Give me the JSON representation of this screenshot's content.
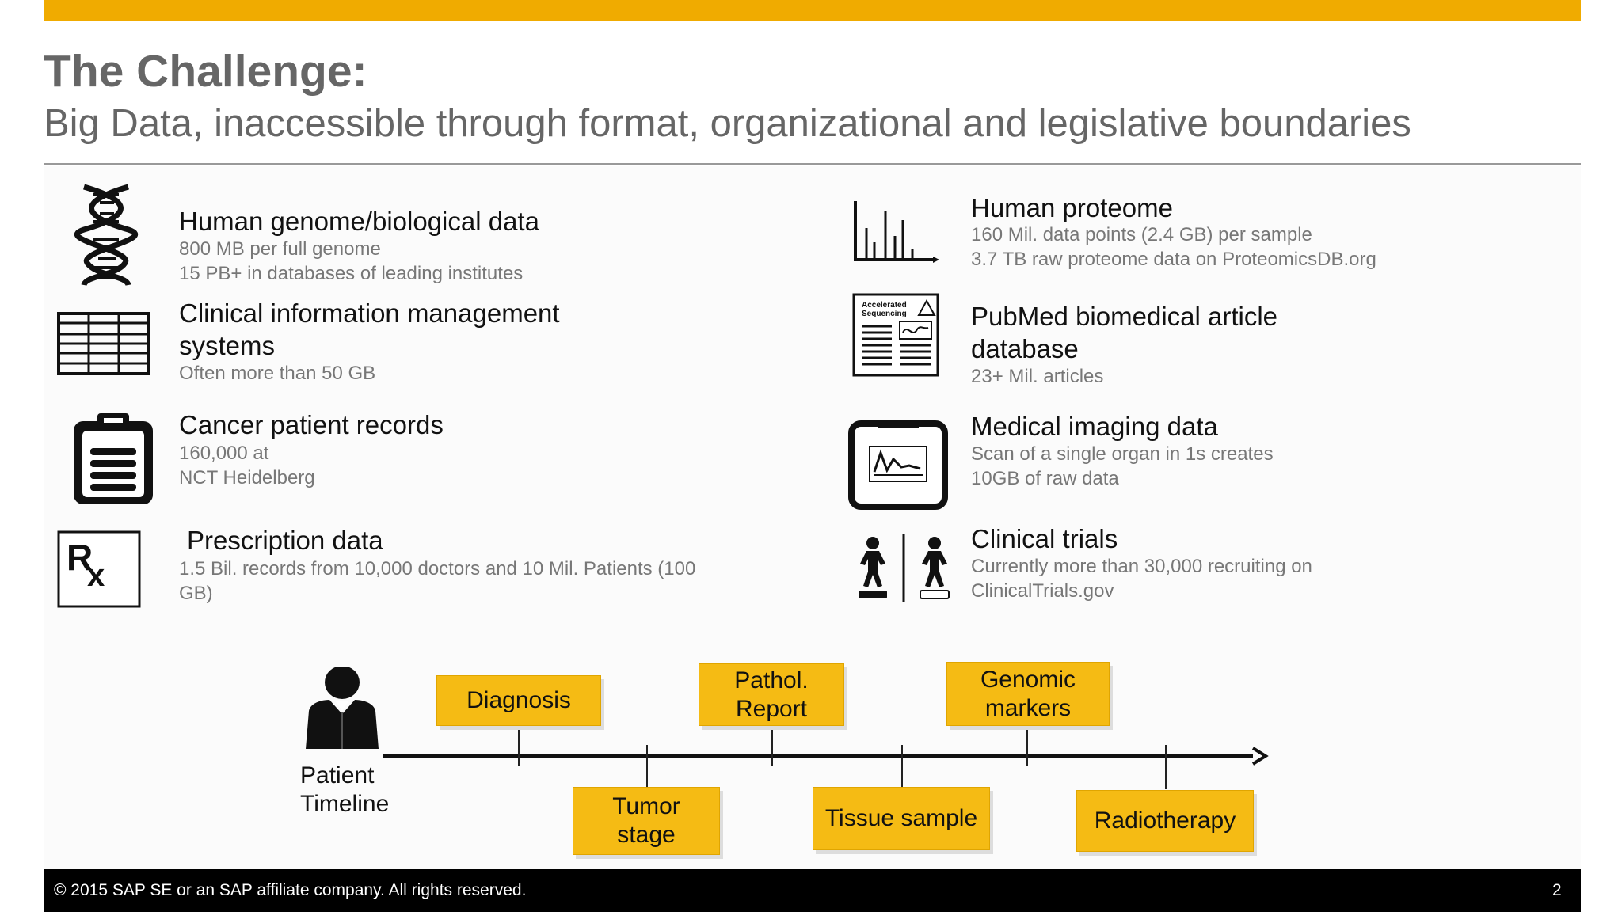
{
  "header": {
    "title": "The Challenge:",
    "subtitle": "Big Data, inaccessible through format, organizational and legislative boundaries"
  },
  "left_items": [
    {
      "icon": "dna-icon",
      "title": "Human genome/biological data",
      "lines": [
        "800 MB per full genome",
        "15 PB+ in databases of leading institutes"
      ]
    },
    {
      "icon": "table-icon",
      "title": "Clinical information management",
      "title2": "systems",
      "lines": [
        "Often more than 50 GB"
      ]
    },
    {
      "icon": "clipboard-icon",
      "title": "Cancer patient records",
      "lines": [
        "160,000 at",
        "NCT Heidelberg"
      ]
    },
    {
      "icon": "prescription-icon",
      "title": "Prescription data",
      "lines": [
        "1.5 Bil. records from 10,000 doctors and 10 Mil. Patients (100",
        "GB)"
      ]
    }
  ],
  "right_items": [
    {
      "icon": "spectrum-chart-icon",
      "title": "Human proteome",
      "lines": [
        "160 Mil. data points (2.4 GB) per sample",
        "3.7 TB raw proteome data on ProteomicsDB.org"
      ]
    },
    {
      "icon": "article-icon",
      "icon_text": [
        "Accelerated",
        "Sequencing"
      ],
      "title": "PubMed biomedical article",
      "title2": "database",
      "lines": [
        "23+ Mil. articles"
      ]
    },
    {
      "icon": "imaging-monitor-icon",
      "title": "Medical imaging data",
      "lines": [
        "Scan of a single organ in 1s creates",
        "10GB of raw data"
      ]
    },
    {
      "icon": "clinical-trial-people-icon",
      "title": "Clinical trials",
      "lines": [
        "Currently more than 30,000 recruiting on",
        "ClinicalTrials.gov"
      ]
    }
  ],
  "timeline": {
    "label_line1": "Patient",
    "label_line2": "Timeline",
    "events_above": [
      "Diagnosis",
      "Pathol.\nReport",
      "Genomic\nmarkers"
    ],
    "events_below": [
      "Tumor\nstage",
      "Tissue sample",
      "Radiotherapy"
    ]
  },
  "footer": {
    "copyright": "© 2015 SAP SE or an SAP affiliate company. All rights reserved.",
    "page": "2"
  },
  "colors": {
    "accent": "#f0ab00",
    "note": "#f5bb14",
    "title_gray": "#666666",
    "footer": "#000000"
  }
}
